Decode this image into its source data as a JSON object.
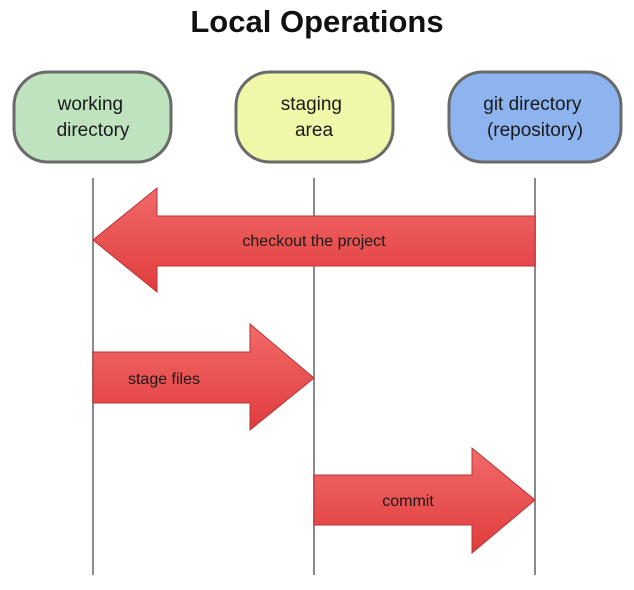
{
  "title": "Local Operations",
  "nodes": [
    {
      "label_lines": [
        "working",
        "directory"
      ],
      "fill": "#bfe3bf",
      "stroke": "#6a6a6a"
    },
    {
      "label_lines": [
        "staging",
        "area"
      ],
      "fill": "#f0f7a8",
      "stroke": "#6a6a6a"
    },
    {
      "label_lines": [
        "git directory",
        "(repository)"
      ],
      "fill": "#8db4ee",
      "stroke": "#6a6a6a"
    }
  ],
  "arrows": [
    {
      "label": "checkout the project",
      "from": "git directory",
      "to": "working directory",
      "color": "#e84a4a"
    },
    {
      "label": "stage files",
      "from": "working directory",
      "to": "staging area",
      "color": "#e84a4a"
    },
    {
      "label": "commit",
      "from": "staging area",
      "to": "git directory",
      "color": "#e84a4a"
    }
  ],
  "colors": {
    "arrow_fill": "#ec4c4c",
    "arrow_stroke": "#b73434",
    "lifeline": "#8a8a8a"
  }
}
